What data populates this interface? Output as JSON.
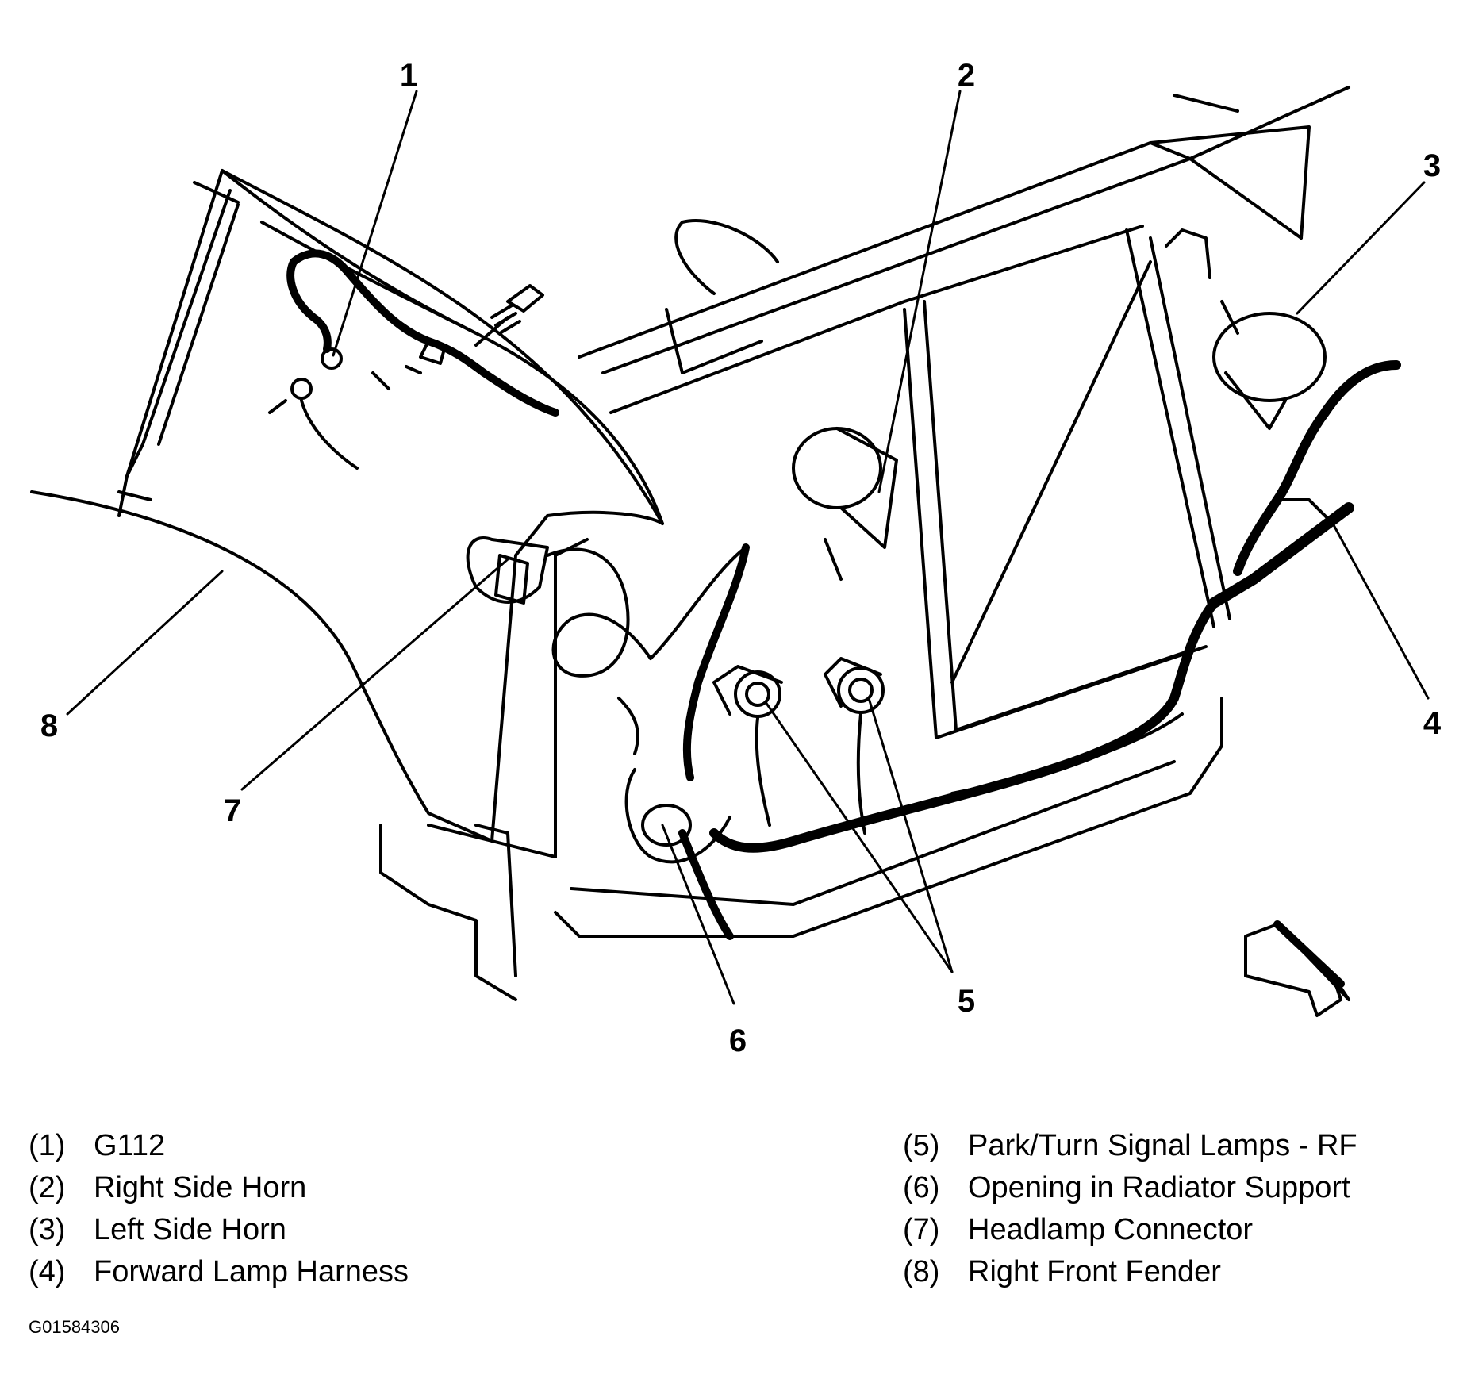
{
  "callouts": {
    "c1": "1",
    "c2": "2",
    "c3": "3",
    "c4": "4",
    "c5": "5",
    "c6": "6",
    "c7": "7",
    "c8": "8"
  },
  "legend": {
    "left": [
      {
        "num": "(1)",
        "label": "G112"
      },
      {
        "num": "(2)",
        "label": "Right Side Horn"
      },
      {
        "num": "(3)",
        "label": "Left Side Horn"
      },
      {
        "num": "(4)",
        "label": "Forward Lamp Harness"
      }
    ],
    "right": [
      {
        "num": "(5)",
        "label": "Park/Turn Signal Lamps - RF"
      },
      {
        "num": "(6)",
        "label": "Opening in Radiator Support"
      },
      {
        "num": "(7)",
        "label": "Headlamp Connector"
      },
      {
        "num": "(8)",
        "label": "Right Front Fender"
      }
    ]
  },
  "figure_id": "G01584306"
}
